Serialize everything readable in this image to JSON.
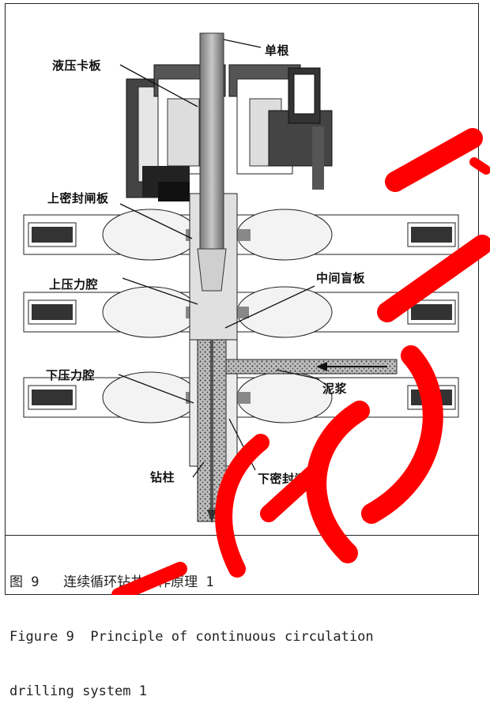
{
  "labels": {
    "single_pipe": "单根",
    "hydraulic_slip": "液压卡板",
    "upper_seal_ram": "上密封闸板",
    "middle_blind_ram": "中间盲板",
    "upper_pressure_chamber": "上压力腔",
    "lower_pressure_chamber": "下压力腔",
    "mud": "泥浆",
    "drill_string": "钻柱",
    "lower_seal_ram": "下密封闸板"
  },
  "caption": {
    "line1": "图 9   连续循环钻井工作原理 1",
    "line2": "Figure 9  Principle of continuous circulation",
    "line3": "drilling system 1"
  },
  "colors": {
    "watermark": "#ff0000",
    "drawing": "#222222",
    "metal": "#9a9a9a"
  }
}
